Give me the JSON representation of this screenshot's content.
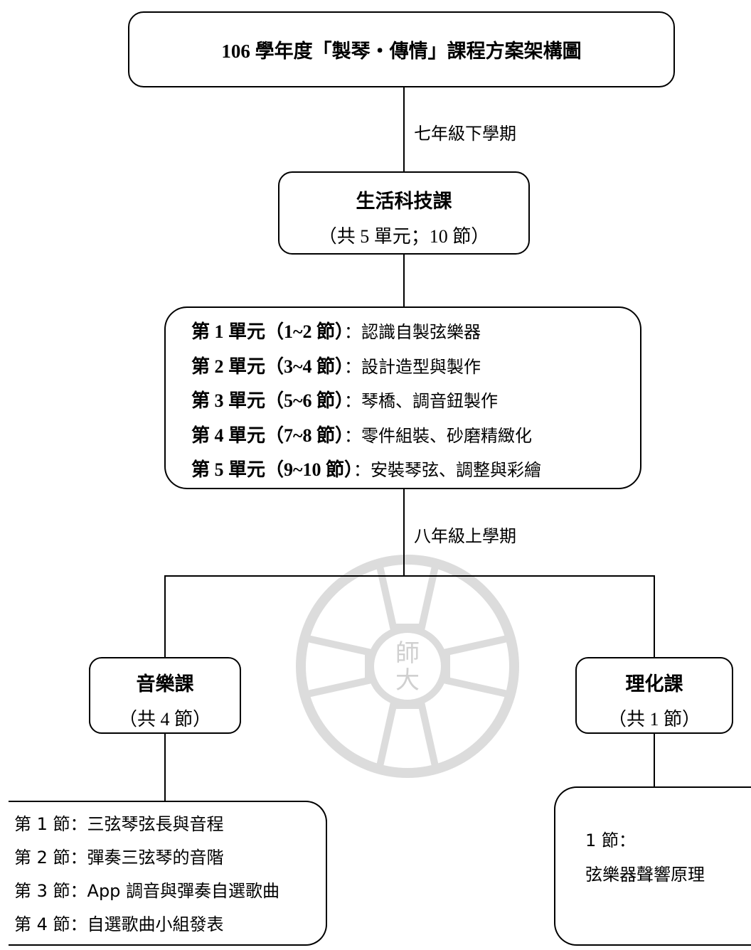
{
  "title": "106 學年度「製琴・傳情」課程方案架構圖",
  "labels": {
    "grade7": "七年級下學期",
    "grade8": "八年級上學期"
  },
  "tech": {
    "name": "生活科技課",
    "count": "（共 5 單元；10 節）",
    "units": [
      {
        "head": "第 1 單元（1~2 節）",
        "desc": "：認識自製弦樂器"
      },
      {
        "head": "第 2 單元（3~4 節）",
        "desc": "：設計造型與製作"
      },
      {
        "head": "第 3 單元（5~6 節）",
        "desc": "：琴橋、調音鈕製作"
      },
      {
        "head": "第 4 單元（7~8 節）",
        "desc": "：零件組裝、砂磨精緻化"
      },
      {
        "head": "第 5 單元（9~10 節）",
        "desc": "：安裝琴弦、調整與彩繪"
      }
    ]
  },
  "music": {
    "name": "音樂課",
    "count": "（共 4 節）",
    "lessons": [
      "第 1 節：三弦琴弦長與音程",
      "第 2 節：彈奏三弦琴的音階",
      "第 3 節：App 調音與彈奏自選歌曲",
      "第 4 節：自選歌曲小組發表"
    ]
  },
  "science": {
    "name": "理化課",
    "count": "（共 1 節）",
    "lesson_head": "1 節：",
    "lesson_body": "弦樂器聲響原理"
  },
  "watermark": {
    "text_top": "師",
    "text_bottom": "大",
    "color": "#d9d9d9"
  }
}
